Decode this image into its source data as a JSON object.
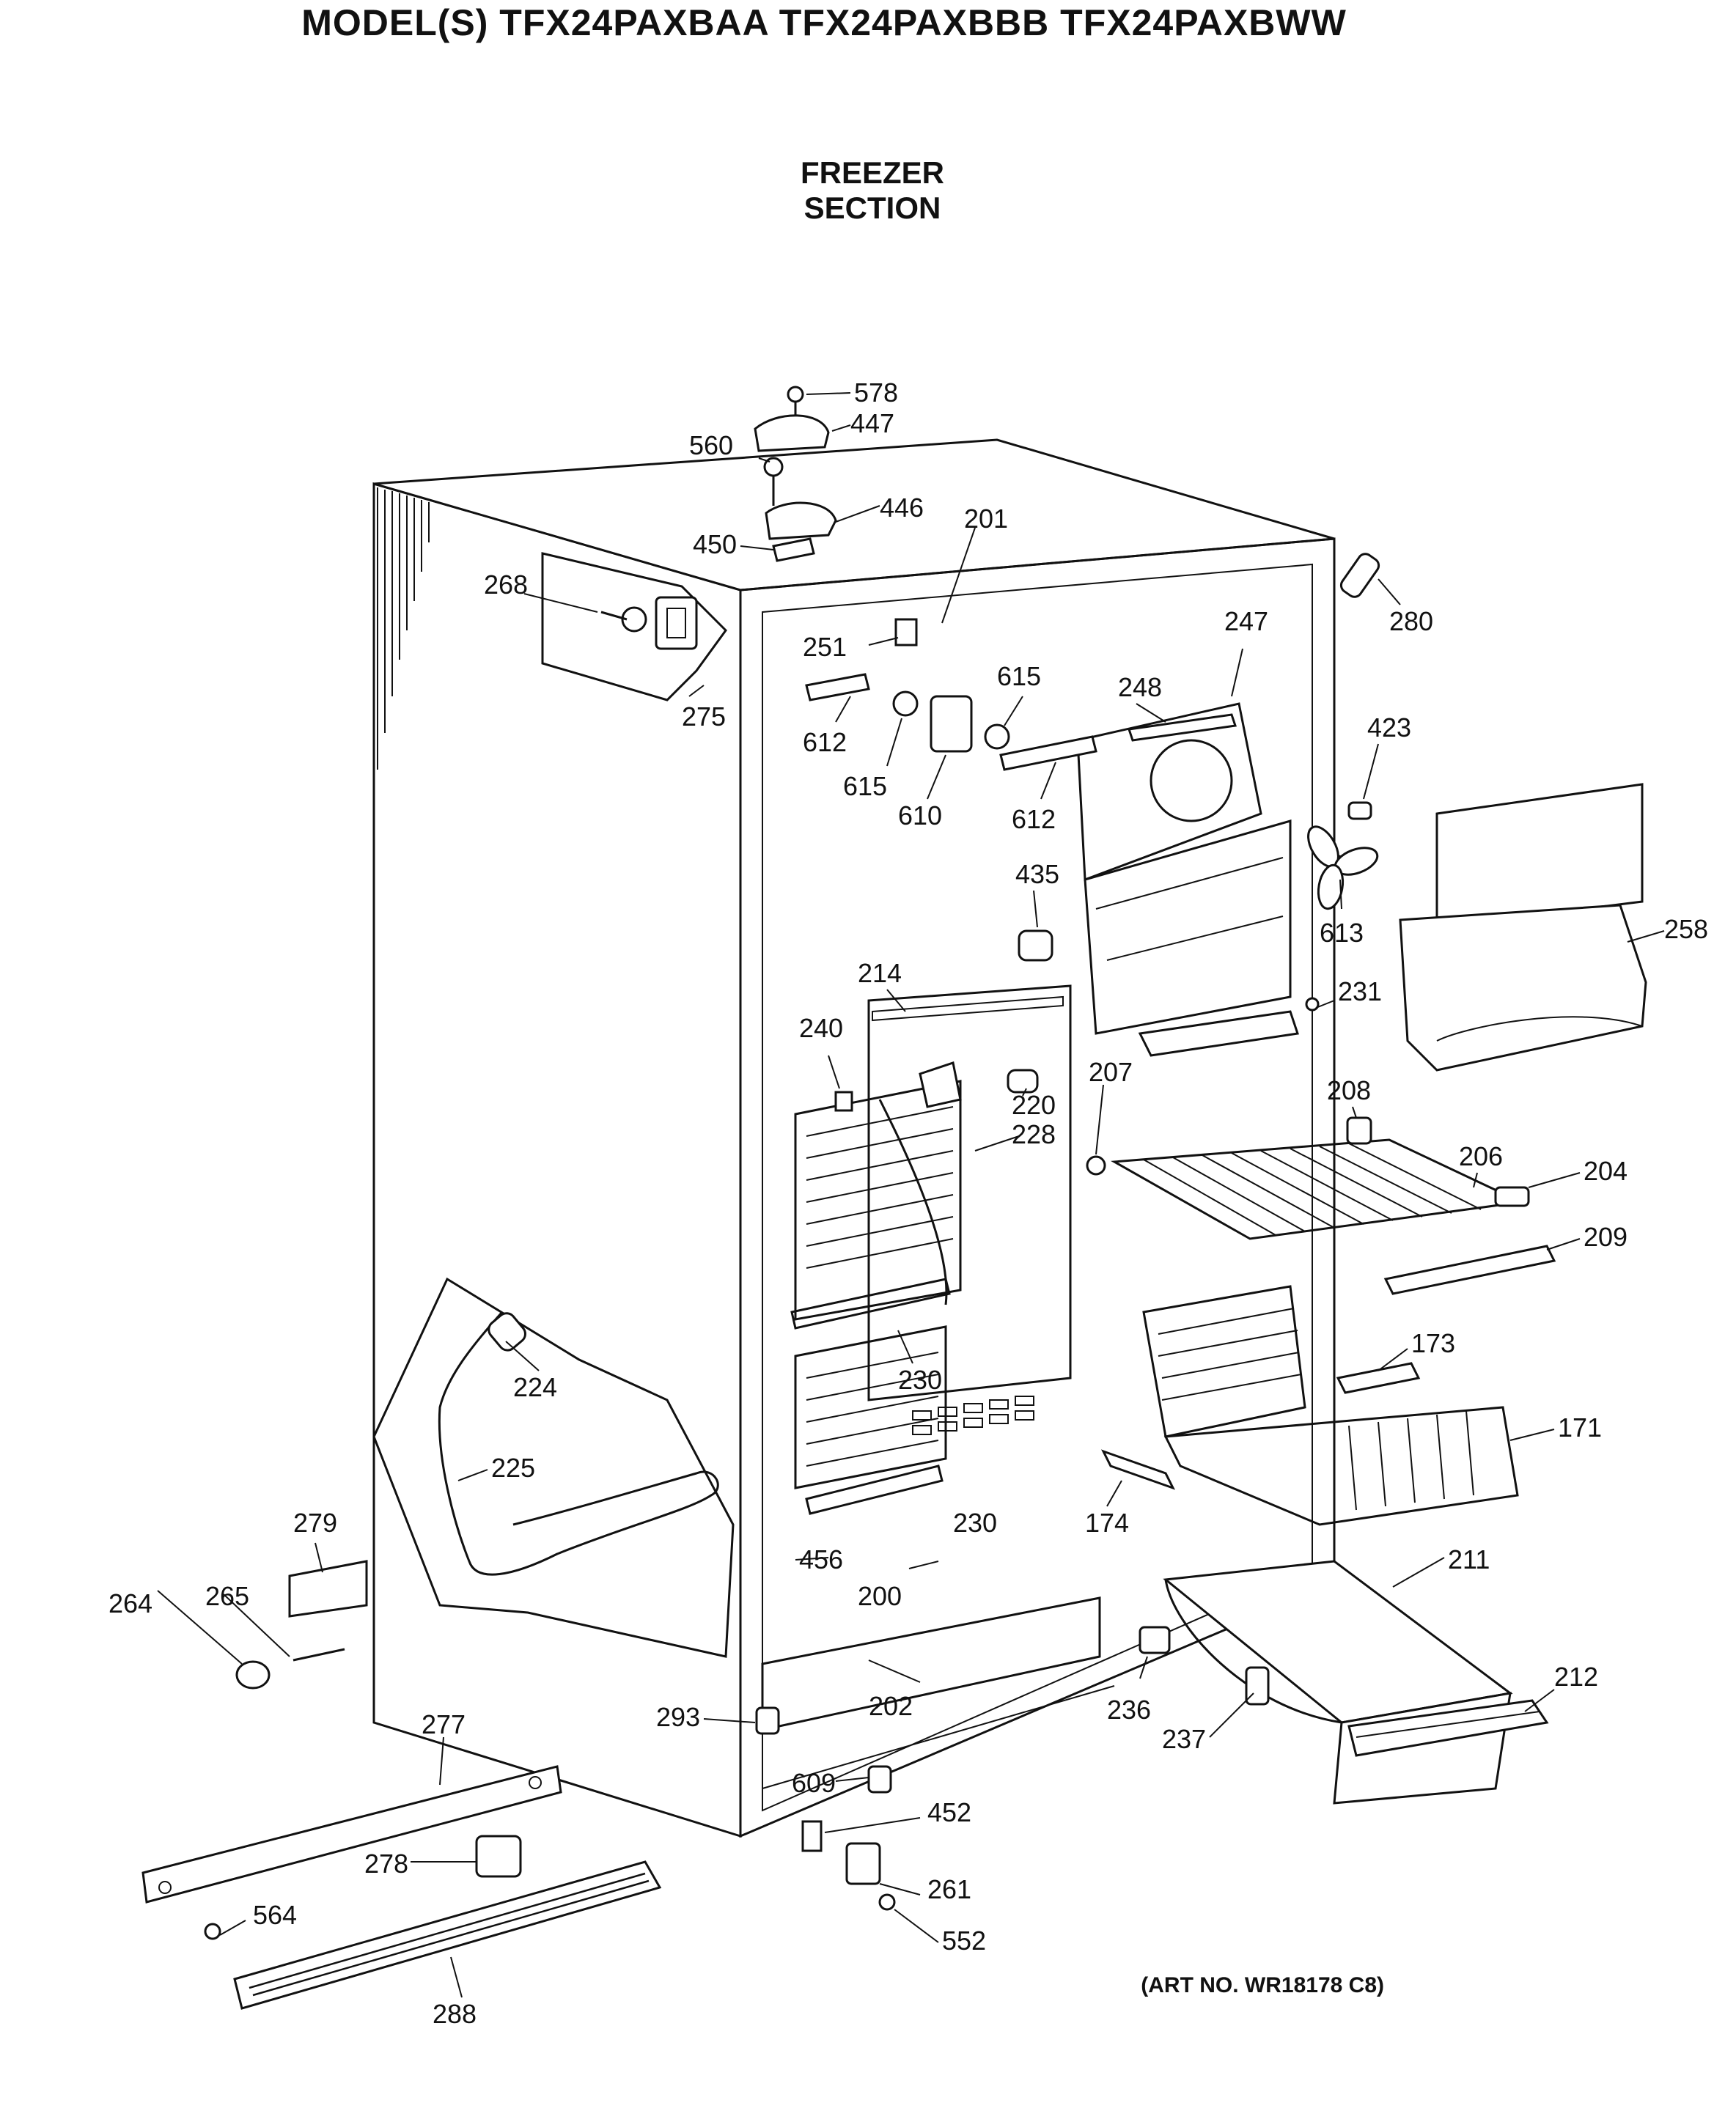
{
  "header": {
    "models_title": "MODEL(S) TFX24PAXBAA  TFX24PAXBBB  TFX24PAXBWW",
    "section_title": "FREEZER SECTION"
  },
  "footer": {
    "art_number": "(ART NO. WR18178 C8)"
  },
  "callouts": [
    "578",
    "447",
    "560",
    "446",
    "450",
    "201",
    "268",
    "275",
    "280",
    "251",
    "247",
    "248",
    "615",
    "612",
    "610",
    "423",
    "613",
    "258",
    "435",
    "214",
    "240",
    "220",
    "228",
    "231",
    "207",
    "208",
    "206",
    "204",
    "209",
    "224",
    "230",
    "173",
    "171",
    "225",
    "174",
    "279",
    "456",
    "200",
    "211",
    "264",
    "265",
    "202",
    "236",
    "212",
    "293",
    "237",
    "277",
    "609",
    "452",
    "278",
    "261",
    "564",
    "552",
    "288"
  ]
}
